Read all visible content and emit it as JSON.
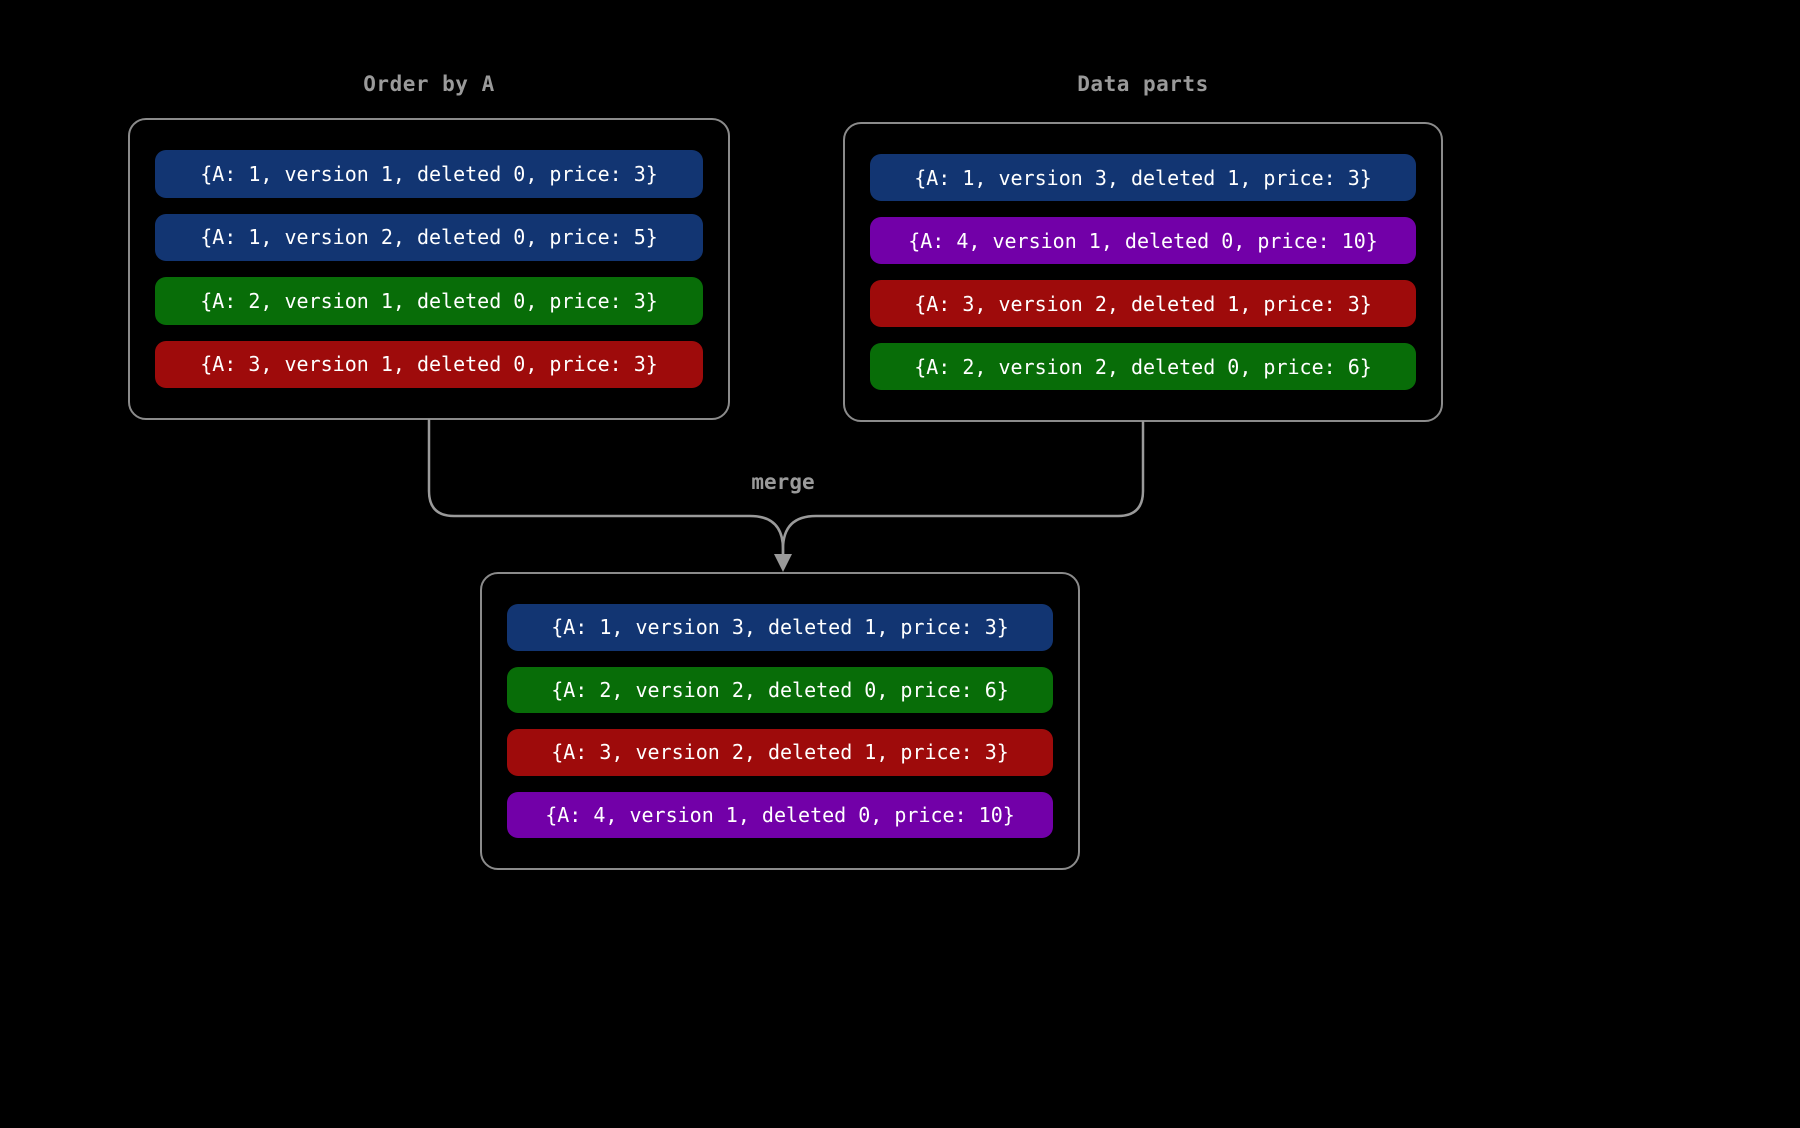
{
  "colors": {
    "background": "#000000",
    "box_border": "#8b8b8b",
    "title_text": "#9a9a9a",
    "row_text": "#ffffff",
    "connector": "#9a9a9a",
    "blue": "#123572",
    "green": "#086d08",
    "red": "#9e0b0b",
    "purple": "#7200a8"
  },
  "merge_label": "merge",
  "boxes": {
    "order_by_a": {
      "title": "Order by A",
      "rows": [
        {
          "color": "blue",
          "text": "{A: 1, version 1, deleted 0, price: 3}"
        },
        {
          "color": "blue",
          "text": "{A: 1, version 2, deleted 0, price: 5}"
        },
        {
          "color": "green",
          "text": "{A: 2, version 1, deleted 0, price: 3}"
        },
        {
          "color": "red",
          "text": "{A: 3, version 1, deleted 0, price: 3}"
        }
      ]
    },
    "data_parts": {
      "title": "Data parts",
      "rows": [
        {
          "color": "blue",
          "text": "{A: 1, version 3, deleted 1, price: 3}"
        },
        {
          "color": "purple",
          "text": "{A: 4, version 1, deleted 0, price: 10}"
        },
        {
          "color": "red",
          "text": "{A: 3, version 2, deleted 1, price: 3}"
        },
        {
          "color": "green",
          "text": "{A: 2, version 2, deleted 0, price: 6}"
        }
      ]
    },
    "merged": {
      "rows": [
        {
          "color": "blue",
          "text": "{A: 1, version 3, deleted 1, price: 3}"
        },
        {
          "color": "green",
          "text": "{A: 2, version 2, deleted 0, price: 6}"
        },
        {
          "color": "red",
          "text": "{A: 3, version 2, deleted 1, price: 3}"
        },
        {
          "color": "purple",
          "text": "{A: 4, version 1, deleted 0, price: 10}"
        }
      ]
    }
  }
}
